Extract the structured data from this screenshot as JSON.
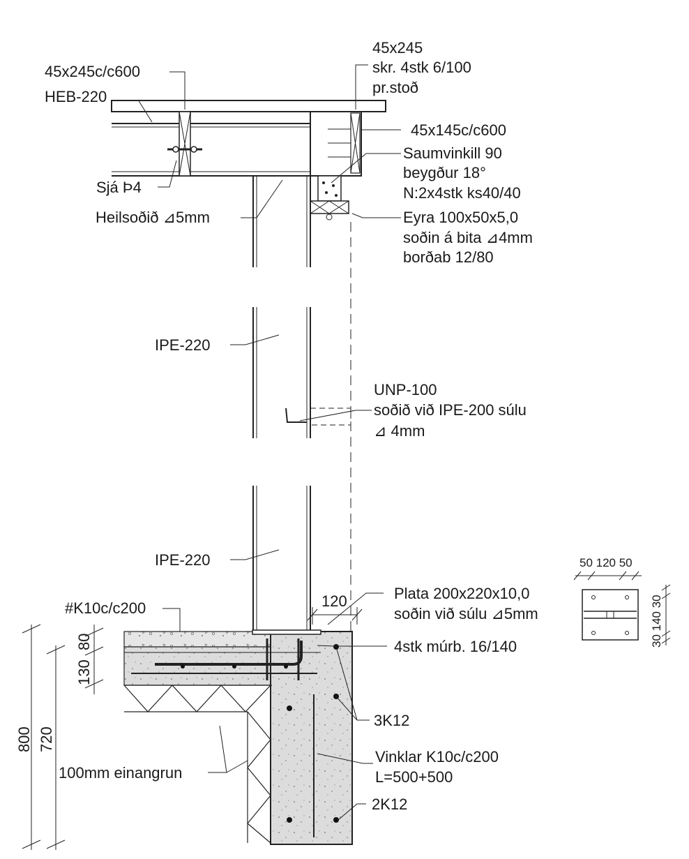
{
  "labels": {
    "beam_top": "45x245c/c600",
    "heb": "HEB-220",
    "post_1": "45x245",
    "post_2": "skr. 4stk 6/100",
    "post_3": "pr.stoð",
    "joist": "45x145c/c600",
    "nail_1": "Saumvinkill 90",
    "nail_2": "beygður 18°",
    "nail_3": "N:2x4stk ks40/40",
    "sja": "Sjá Þ4",
    "heilsod": "Heilsoðið ⊿5mm",
    "eyra_1": "Eyra 100x50x5,0",
    "eyra_2": "soðin á bita ⊿4mm",
    "eyra_3": "borðab 12/80",
    "ipe_upper": "IPE-220",
    "unp_1": "UNP-100",
    "unp_2": "soðið við IPE-200 súlu",
    "unp_3": "⊿ 4mm",
    "ipe_lower": "IPE-220",
    "k10": "#K10c/c200",
    "dim_120": "120",
    "plata_1": "Plata 200x220x10,0",
    "plata_2": "soðin við súlu ⊿5mm",
    "murb": "4stk múrb. 16/140",
    "k12_3": "3K12",
    "vinklar_1": "Vinklar K10c/c200",
    "vinklar_2": "L=500+500",
    "k12_2": "2K12",
    "einangrun": "100mm einangrun",
    "dim_800": "800",
    "dim_720": "720",
    "dim_130": "130",
    "dim_80": "80",
    "plate_dim_top": "50 120 50",
    "plate_dim_side": "30 140 30"
  }
}
